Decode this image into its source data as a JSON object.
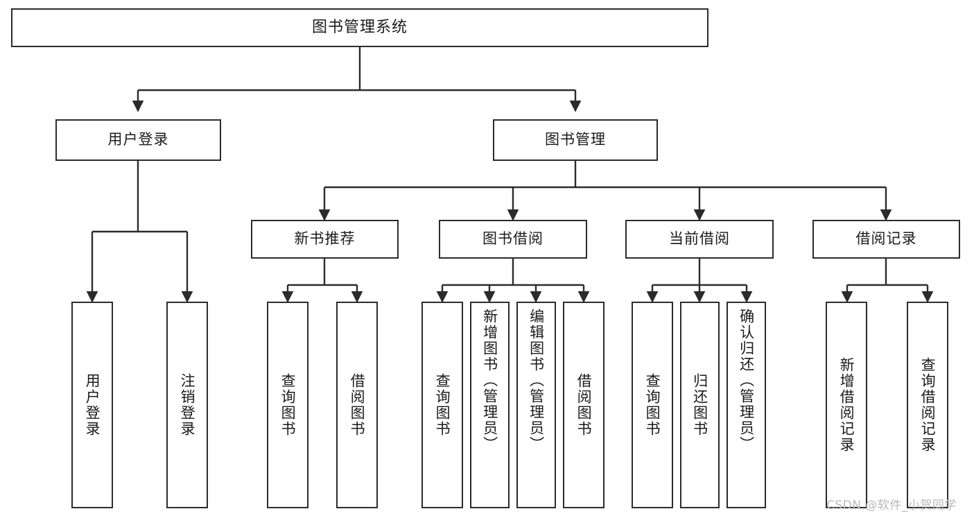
{
  "diagram": {
    "type": "tree",
    "title": "图书管理系统",
    "watermark": "CSDN @软件_小贺同学",
    "colors": {
      "border": "#2b2b2b",
      "background": "#ffffff",
      "text": "#1a1a1a",
      "line": "#2b2b2b",
      "watermark": "#b9b9b9"
    },
    "nodes": {
      "root": {
        "label": "图书管理系统"
      },
      "level1": [
        {
          "label": "用户登录"
        },
        {
          "label": "图书管理"
        }
      ],
      "level2": [
        {
          "label": "新书推荐"
        },
        {
          "label": "图书借阅"
        },
        {
          "label": "当前借阅"
        },
        {
          "label": "借阅记录"
        }
      ],
      "leaves_user_login": [
        {
          "label": "用户登录"
        },
        {
          "label": "注销登录"
        }
      ],
      "leaves_new_book": [
        {
          "label": "查询图书"
        },
        {
          "label": "借阅图书"
        }
      ],
      "leaves_borrow": [
        {
          "label": "查询图书"
        },
        {
          "label": "新增图书（管理员）"
        },
        {
          "label": "编辑图书（管理员）"
        },
        {
          "label": "借阅图书"
        }
      ],
      "leaves_current": [
        {
          "label": "查询图书"
        },
        {
          "label": "归还图书"
        },
        {
          "label": "确认归还（管理员）"
        }
      ],
      "leaves_record": [
        {
          "label": "新增借阅记录"
        },
        {
          "label": "查询借阅记录"
        }
      ]
    }
  }
}
